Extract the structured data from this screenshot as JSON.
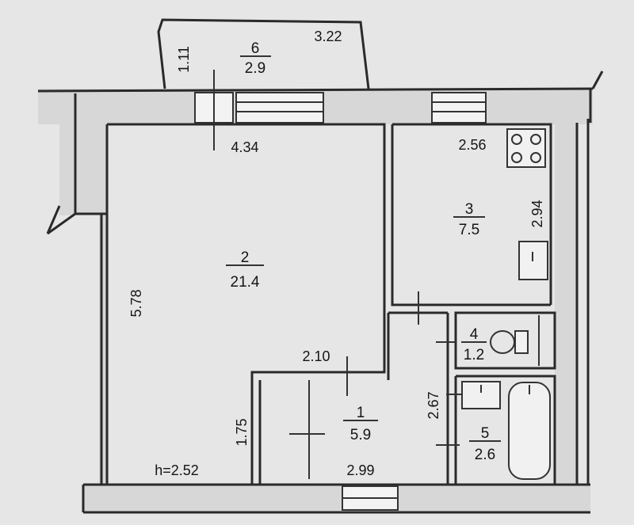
{
  "rooms": [
    {
      "id": "1",
      "area": "5.9"
    },
    {
      "id": "2",
      "area": "21.4"
    },
    {
      "id": "3",
      "area": "7.5"
    },
    {
      "id": "4",
      "area": "1.2"
    },
    {
      "id": "5",
      "area": "2.6"
    },
    {
      "id": "6",
      "area": "2.9"
    }
  ],
  "dimensions": {
    "balcony_depth": "1.11",
    "balcony_width": "3.22",
    "living_width": "4.34",
    "living_length": "5.78",
    "kitchen_width": "2.56",
    "kitchen_length": "2.94",
    "corridor_width": "2.10",
    "corridor_length": "2.67",
    "hall_height": "1.75",
    "hall_width": "2.99"
  },
  "ceiling_height": "h=2.52",
  "colors": {
    "background": "#e6e6e6",
    "line": "#2a2a2a",
    "wall_fill": "#d7d7d7"
  }
}
